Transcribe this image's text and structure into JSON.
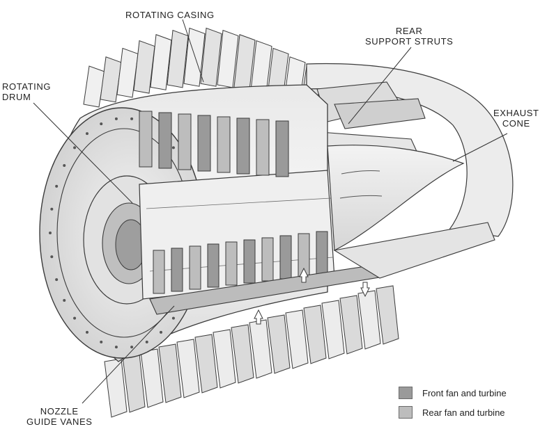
{
  "labels": {
    "rotating_casing": "ROTATING CASING",
    "rear_support_struts": [
      "REAR",
      "SUPPORT STRUTS"
    ],
    "rotating_drum": [
      "ROTATING",
      "DRUM"
    ],
    "exhaust_cone": [
      "EXHAUST",
      "CONE"
    ],
    "nozzle_guide_vanes": [
      "NOZZLE",
      "GUIDE VANES"
    ]
  },
  "legend": {
    "items": [
      {
        "label": "Front fan and turbine",
        "color": "#9a9a9a"
      },
      {
        "label": "Rear  fan and turbine",
        "color": "#bdbdbd"
      }
    ]
  },
  "colors": {
    "line": "#3a3a3a",
    "fill_light": "#eeeeee",
    "fill_mid": "#d2d2d2",
    "fill_dark": "#a8a8a8"
  }
}
